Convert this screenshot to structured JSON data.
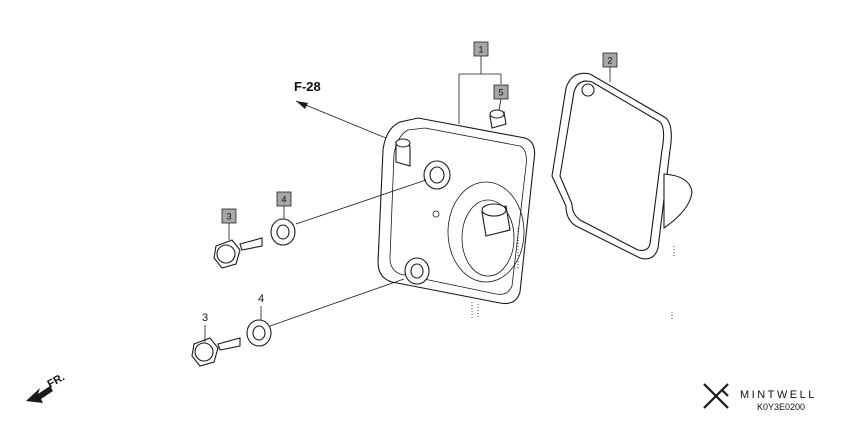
{
  "reference": {
    "text": "F-28"
  },
  "front_label": {
    "text": "FR."
  },
  "callouts": [
    {
      "id": "c1",
      "number": "1",
      "boxed": true
    },
    {
      "id": "c2",
      "number": "2",
      "boxed": true
    },
    {
      "id": "c5",
      "number": "5",
      "boxed": true
    },
    {
      "id": "c3a",
      "number": "3",
      "boxed": true
    },
    {
      "id": "c4a",
      "number": "4",
      "boxed": true
    },
    {
      "id": "c3b",
      "number": "3",
      "boxed": false
    },
    {
      "id": "c4b",
      "number": "4",
      "boxed": false
    }
  ],
  "brand": {
    "name": "MINTWELL",
    "logo_icon": "mintwell-logo-icon"
  },
  "diagram_code": {
    "text": "K0Y3E0200"
  },
  "colors": {
    "line": "#1a1a1a",
    "callout_fill": "#a6a6a6",
    "background": "#ffffff"
  }
}
